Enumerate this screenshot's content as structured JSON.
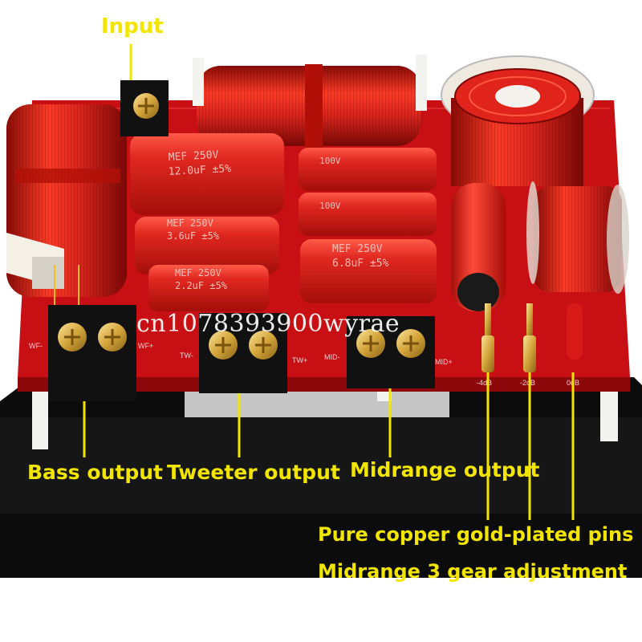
{
  "labels": {
    "input": "Input",
    "bass_output": "Bass output",
    "tweeter_output": "Tweeter output",
    "midrange_output": "Midrange output",
    "pins": "Pure copper gold-plated pins",
    "adjustment": "Midrange 3 gear adjustment"
  },
  "watermark": "cn1078393900wyrae",
  "capacitor_labels": {
    "c1_line1": "MEF 250V",
    "c1_line2": "12.0uF ±5%",
    "c2_line1": "MEF 250V",
    "c2_line2": "3.6uF ±5%",
    "c3_line1": "MEF 250V",
    "c3_line2": "2.2uF ±5%",
    "c4_line1": "MEF 250V",
    "c4_line2": "6.8uF ±5%",
    "c5_text": "100V",
    "c6_text": "100V"
  },
  "pcb_labels": {
    "wf_minus": "WF-",
    "wf_plus": "WF+",
    "tw_minus": "TW-",
    "tw_plus": "TW+",
    "mid_minus": "MID-",
    "mid_plus": "MID+",
    "gain_minus4": "-4dB",
    "gain_minus2": "-2dB",
    "gain_0": "0dB"
  },
  "colors": {
    "pcb": "#d8141a",
    "coil": "#e0241c",
    "callout_yellow": "#f2e600",
    "gold": "#d4a53a"
  }
}
